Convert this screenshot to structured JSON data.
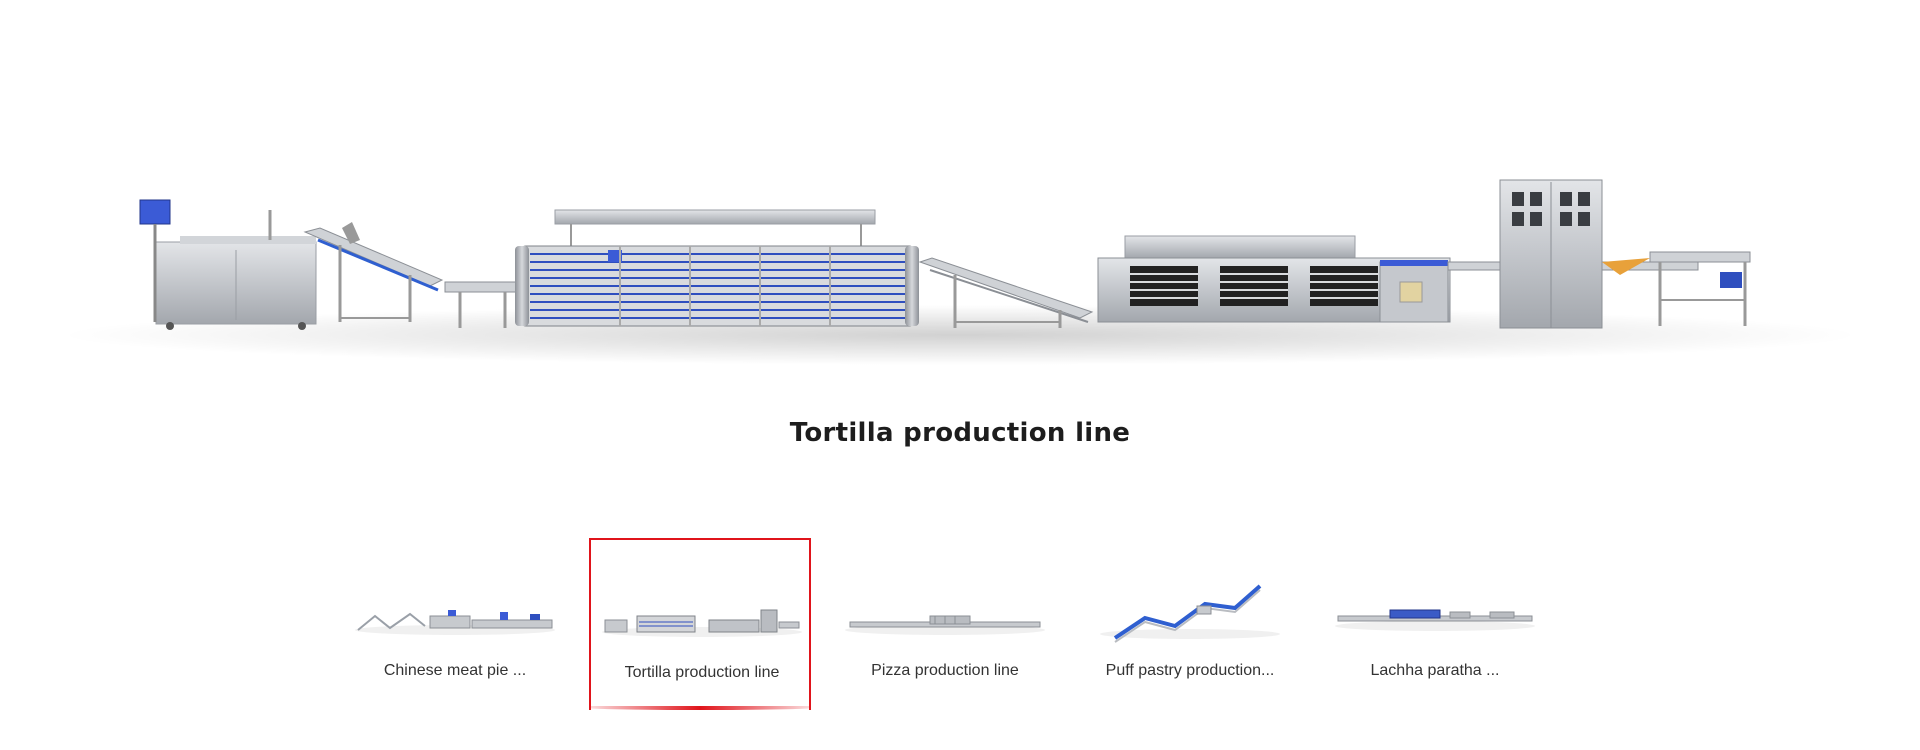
{
  "hero": {
    "icon": "production-line-machine-image"
  },
  "title": "Tortilla production line",
  "thumbnails": [
    {
      "label": "Chinese meat pie ...",
      "active": false,
      "icon": "chinese-meat-pie-line-image"
    },
    {
      "label": "Tortilla production line",
      "active": true,
      "icon": "tortilla-line-image"
    },
    {
      "label": "Pizza production line",
      "active": false,
      "icon": "pizza-line-image"
    },
    {
      "label": "Puff pastry production...",
      "active": false,
      "icon": "puff-pastry-line-image"
    },
    {
      "label": "Lachha paratha ...",
      "active": false,
      "icon": "lachha-paratha-line-image"
    }
  ],
  "colors": {
    "active_border": "#e0141b",
    "title": "#1d1d1d",
    "label": "#333333",
    "steel": "#b9bcc1",
    "accent_blue": "#2f5fd0"
  }
}
